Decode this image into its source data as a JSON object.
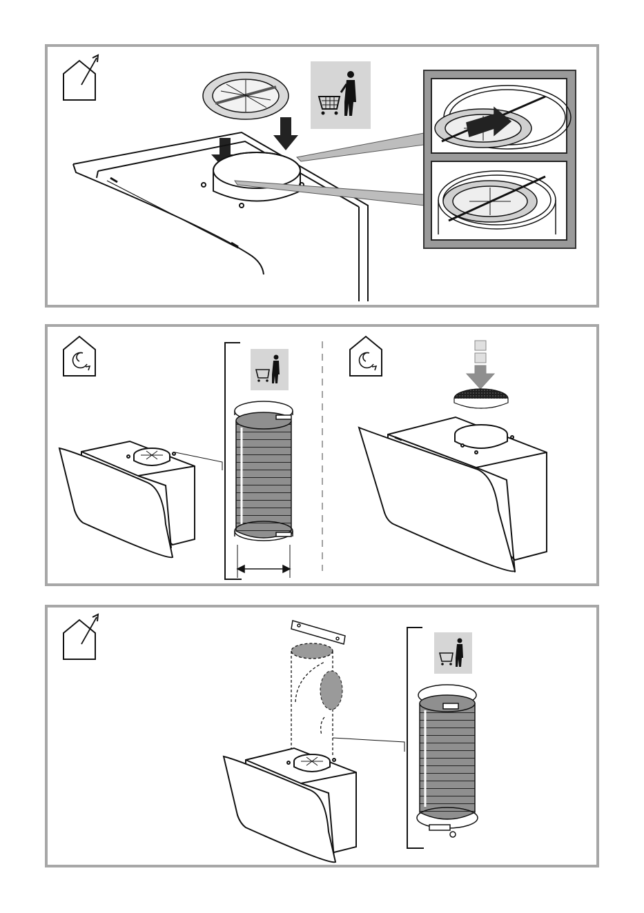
{
  "colors": {
    "frame": "#a7a7a7",
    "line": "#111111",
    "duct_fill": "#8f8f8f",
    "badge_fill": "#d6d6d6",
    "inset_bg": "#9a9a9a",
    "filter_dark": "#1e1e1e"
  },
  "panels": [
    {
      "id": "ducted-mode-top",
      "mode_icon": "house-exhaust-out-icon",
      "shop_badge": "shopping-trolley-icon",
      "parts": [
        "check-valve-flaps",
        "down-arrows",
        "hood-top",
        "detail-inset-insert",
        "detail-inset-installed"
      ]
    },
    {
      "id": "recirculation-mode",
      "mode_icons": [
        "house-recirculation-icon",
        "house-recirculation-icon"
      ],
      "shop_badge": "shopping-trolley-icon",
      "parts": [
        "hood-with-collar",
        "flexible-duct-with-clamps",
        "diameter-arrow",
        "divider-dashed",
        "charcoal-filter",
        "filter-sequence-arrow",
        "hood-large"
      ]
    },
    {
      "id": "ducted-mode-bottom",
      "mode_icon": "house-exhaust-out-icon",
      "shop_badge": "shopping-trolley-icon",
      "parts": [
        "wall-bracket",
        "duct-path-dashed",
        "hood-with-collar",
        "flexible-duct-with-clamps"
      ]
    }
  ]
}
